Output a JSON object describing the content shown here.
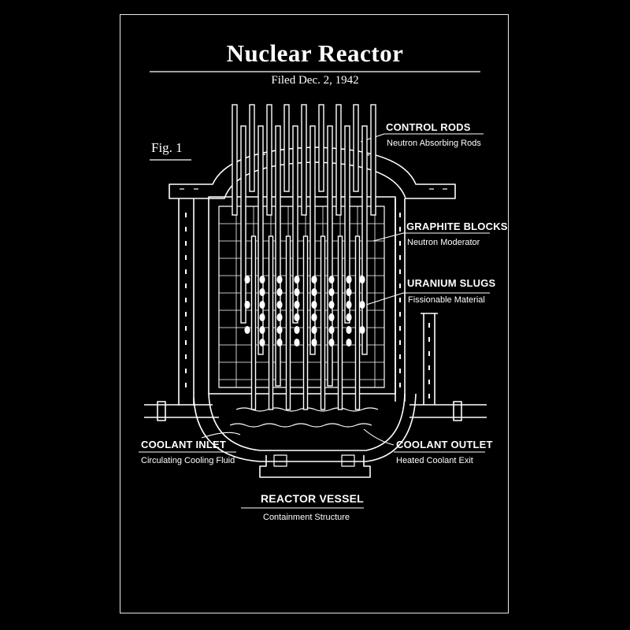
{
  "title": "Nuclear Reactor",
  "subtitle": "Filed Dec. 2, 1942",
  "figure_label": "Fig. 1",
  "labels": {
    "control_rods": {
      "title": "CONTROL RODS",
      "desc": "Neutron Absorbing Rods"
    },
    "graphite_blocks": {
      "title": "GRAPHITE BLOCKS",
      "desc": "Neutron Moderator"
    },
    "uranium_slugs": {
      "title": "URANIUM SLUGS",
      "desc": "Fissionable Material"
    },
    "coolant_inlet": {
      "title": "COOLANT INLET",
      "desc": "Circulating Cooling Fluid"
    },
    "coolant_outlet": {
      "title": "COOLANT OUTLET",
      "desc": "Heated Coolant Exit"
    },
    "reactor_vessel": {
      "title": "REACTOR VESSEL",
      "desc": "Containment Structure"
    }
  },
  "colors": {
    "background": "#000000",
    "ink": "#ffffff"
  }
}
